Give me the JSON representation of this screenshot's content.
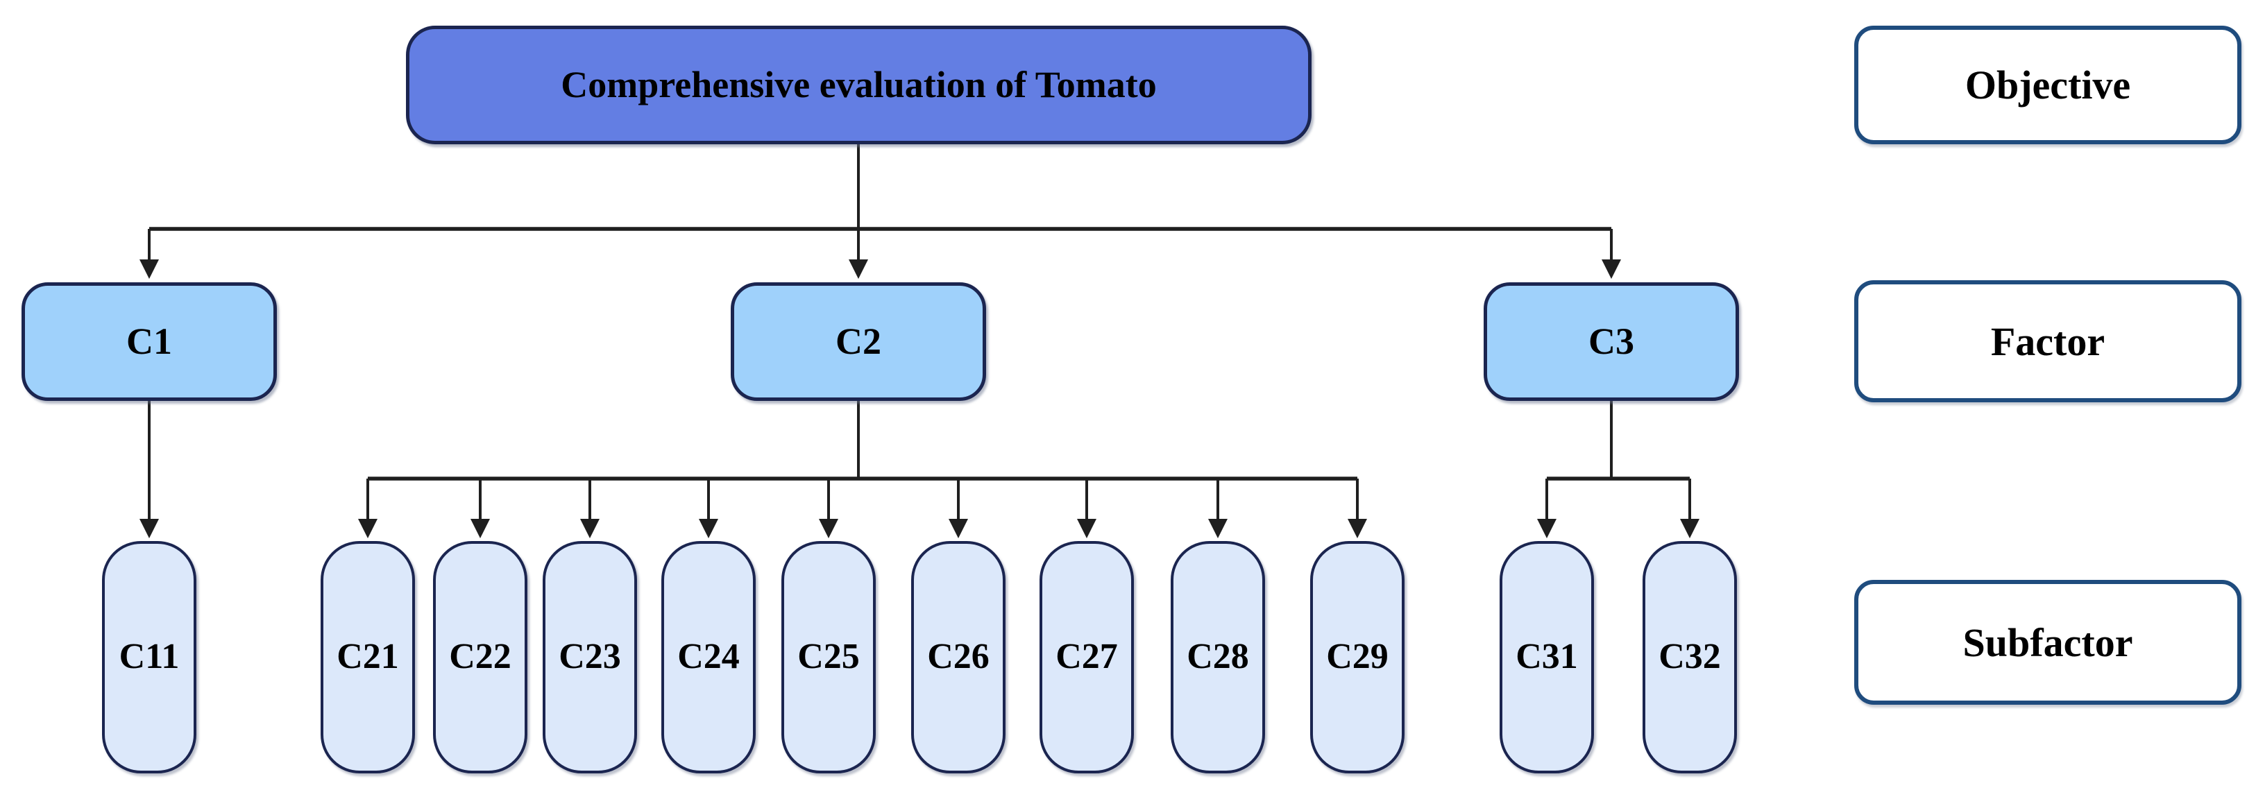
{
  "diagram": {
    "root": {
      "id": "root",
      "label": "Comprehensive evaluation of Tomato",
      "level": "Objective"
    },
    "factors": [
      {
        "id": "C1",
        "label": "C1",
        "children": [
          "C11"
        ]
      },
      {
        "id": "C2",
        "label": "C2",
        "children": [
          "C21",
          "C22",
          "C23",
          "C24",
          "C25",
          "C26",
          "C27",
          "C28",
          "C29"
        ]
      },
      {
        "id": "C3",
        "label": "C3",
        "children": [
          "C31",
          "C32"
        ]
      }
    ],
    "subfactors": [
      {
        "id": "C11",
        "label": "C11"
      },
      {
        "id": "C21",
        "label": "C21"
      },
      {
        "id": "C22",
        "label": "C22"
      },
      {
        "id": "C23",
        "label": "C23"
      },
      {
        "id": "C24",
        "label": "C24"
      },
      {
        "id": "C25",
        "label": "C25"
      },
      {
        "id": "C26",
        "label": "C26"
      },
      {
        "id": "C27",
        "label": "C27"
      },
      {
        "id": "C28",
        "label": "C28"
      },
      {
        "id": "C29",
        "label": "C29"
      },
      {
        "id": "C31",
        "label": "C31"
      },
      {
        "id": "C32",
        "label": "C32"
      }
    ],
    "legend": [
      {
        "label": "Objective"
      },
      {
        "label": "Factor"
      },
      {
        "label": "Subfactor"
      }
    ],
    "colors": {
      "objective_fill": "#637EE3",
      "factor_fill": "#9FD1FB",
      "subfactor_fill": "#DCE8FA",
      "node_border": "#1B2550",
      "legend_border": "#1F4C7E",
      "connector": "#1F1F1F",
      "text": "#000000"
    }
  }
}
